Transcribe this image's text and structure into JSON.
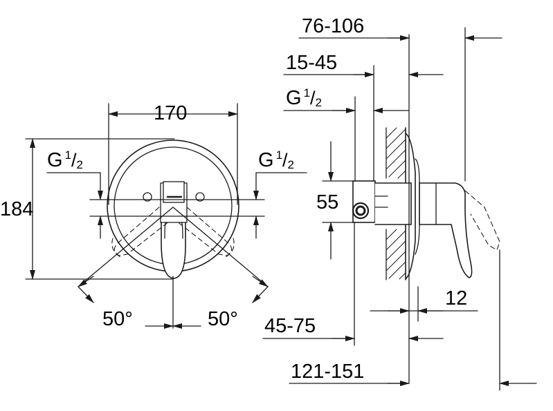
{
  "dimensions": {
    "width_170": "170",
    "height_184": "184",
    "angle_left": "50°",
    "angle_right": "50°",
    "offset_76_106": "76-106",
    "offset_15_45": "15-45",
    "depth_55": "55",
    "offset_12": "12",
    "offset_45_75": "45-75",
    "offset_121_151": "121-151"
  },
  "threads": {
    "left": {
      "letter": "G",
      "num": "1",
      "slash": "/",
      "den": "2"
    },
    "right": {
      "letter": "G",
      "num": "1",
      "slash": "/",
      "den": "2"
    },
    "side": {
      "letter": "G",
      "num": "1",
      "slash": "/",
      "den": "2"
    }
  },
  "colors": {
    "line": "#1a1a1a",
    "background": "#ffffff"
  }
}
